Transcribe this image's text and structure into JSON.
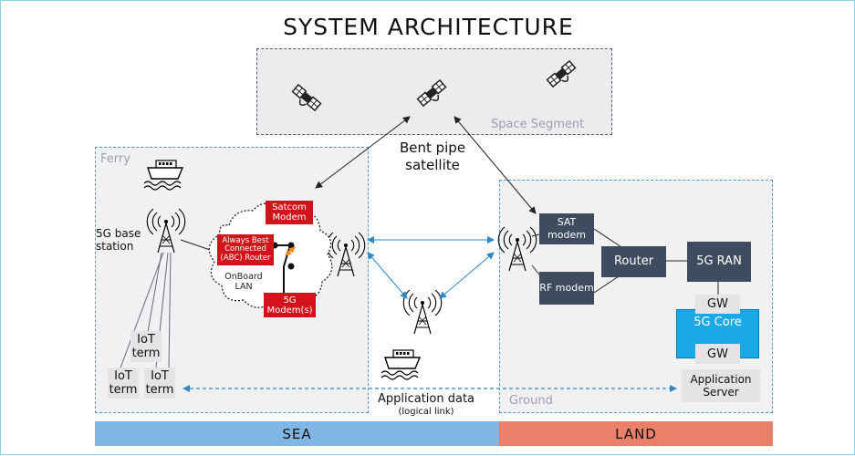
{
  "title": "SYSTEM ARCHITECTURE",
  "zones": {
    "space": "Space Segment",
    "ferry": "Ferry",
    "ground": "Ground"
  },
  "labels": {
    "bent_pipe": "Bent pipe satellite",
    "base_station": "5G base station",
    "onboard_lan": "OnBoard LAN",
    "app_data": "Application data",
    "logical_link": "(logical link)"
  },
  "ferry_boxes": {
    "satcom": "Satcom Modem",
    "abc_router": "Always Best Connected (ABC) Router",
    "modem_5g": "5G Modem(s)"
  },
  "iot": {
    "top": "IoT term",
    "left": "IoT term",
    "right": "IoT term"
  },
  "ground_boxes": {
    "sat_modem": "SAT modem",
    "rf_modem": "RF modem",
    "router": "Router",
    "ran": "5G RAN",
    "gw_top": "GW",
    "core": "5G Core",
    "gw_bottom": "GW",
    "app_server": "Application Server"
  },
  "bands": {
    "sea": "SEA",
    "land": "LAND"
  },
  "colors": {
    "sea_band": "#7fb6e4",
    "land_band": "#e8806a",
    "ferry_box": "#d3121c",
    "ground_box": "#3f4b5e",
    "core": "#1aa9e6",
    "link": "#2f88c6",
    "dashed_border": "#4d9cc9",
    "space_border": "#5a5a6a"
  }
}
